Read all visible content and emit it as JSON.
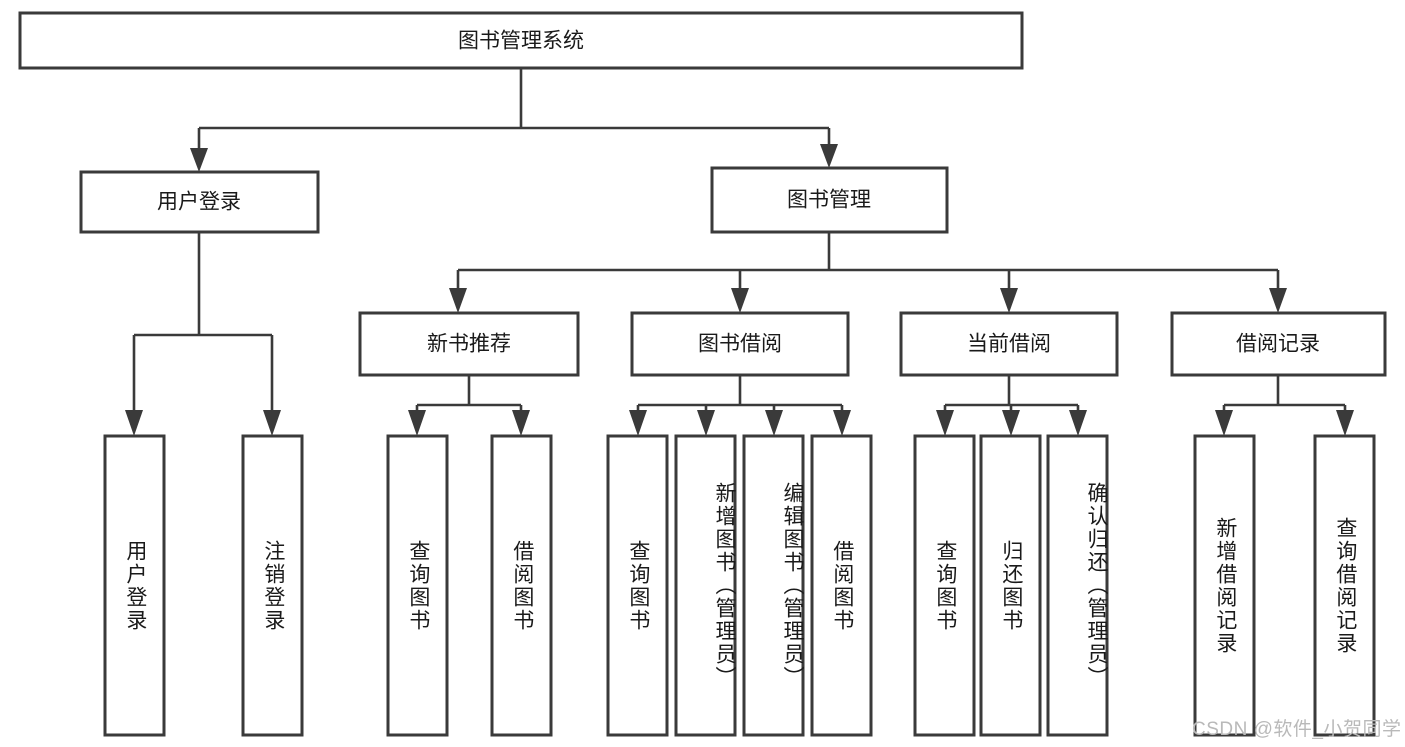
{
  "diagram": {
    "title": "图书管理系统",
    "type": "tree-hierarchy",
    "watermark": "CSDN @软件_小贺同学",
    "colors": {
      "box_border": "#3a3a3a",
      "box_fill": "#ffffff",
      "connector": "#3a3a3a",
      "text": "#1a1a1a",
      "watermark": "#b9b9b9",
      "background": "#ffffff"
    },
    "root": {
      "label": "图书管理系统"
    },
    "level1": [
      {
        "id": "user-login",
        "label": "用户登录"
      },
      {
        "id": "book-management",
        "label": "图书管理"
      }
    ],
    "level2": [
      {
        "id": "new-book-recommend",
        "label": "新书推荐",
        "parent": "book-management"
      },
      {
        "id": "book-borrow",
        "label": "图书借阅",
        "parent": "book-management"
      },
      {
        "id": "current-borrow",
        "label": "当前借阅",
        "parent": "book-management"
      },
      {
        "id": "borrow-record",
        "label": "借阅记录",
        "parent": "book-management"
      }
    ],
    "leaves": [
      {
        "id": "leaf-user-login",
        "label": "用户登录",
        "parent": "user-login"
      },
      {
        "id": "leaf-logout-login",
        "label": "注销登录",
        "parent": "user-login"
      },
      {
        "id": "leaf-query-book-1",
        "label": "查询图书",
        "parent": "new-book-recommend"
      },
      {
        "id": "leaf-borrow-book-1",
        "label": "借阅图书",
        "parent": "new-book-recommend"
      },
      {
        "id": "leaf-query-book-2",
        "label": "查询图书",
        "parent": "book-borrow"
      },
      {
        "id": "leaf-add-book",
        "label": "新增图书（管理员）",
        "parent": "book-borrow"
      },
      {
        "id": "leaf-edit-book",
        "label": "编辑图书（管理员）",
        "parent": "book-borrow"
      },
      {
        "id": "leaf-borrow-book-2",
        "label": "借阅图书",
        "parent": "book-borrow"
      },
      {
        "id": "leaf-query-book-3",
        "label": "查询图书",
        "parent": "current-borrow"
      },
      {
        "id": "leaf-return-book",
        "label": "归还图书",
        "parent": "current-borrow"
      },
      {
        "id": "leaf-confirm-return",
        "label": "确认归还（管理员）",
        "parent": "current-borrow"
      },
      {
        "id": "leaf-add-record",
        "label": "新增借阅记录",
        "parent": "borrow-record"
      },
      {
        "id": "leaf-query-record",
        "label": "查询借阅记录",
        "parent": "borrow-record"
      }
    ]
  }
}
